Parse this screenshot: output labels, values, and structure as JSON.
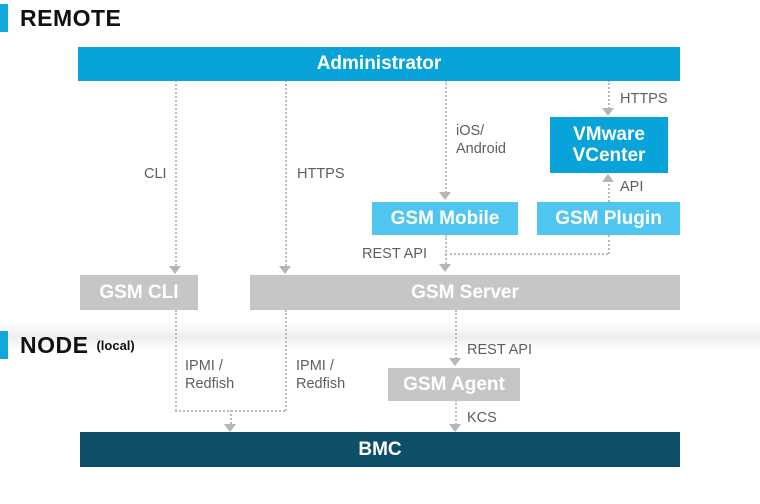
{
  "diagram": {
    "sections": [
      {
        "title": "REMOTE",
        "subtitle": ""
      },
      {
        "title": "NODE",
        "subtitle": "(local)"
      }
    ],
    "nodes": [
      {
        "id": "administrator",
        "label": "Administrator",
        "style": "blue"
      },
      {
        "id": "vmware-vcenter",
        "label": "VMware\nVCenter",
        "style": "blue"
      },
      {
        "id": "gsm-mobile",
        "label": "GSM Mobile",
        "style": "lightblue"
      },
      {
        "id": "gsm-plugin",
        "label": "GSM Plugin",
        "style": "lightblue"
      },
      {
        "id": "gsm-cli",
        "label": "GSM CLI",
        "style": "grey"
      },
      {
        "id": "gsm-server",
        "label": "GSM Server",
        "style": "grey"
      },
      {
        "id": "gsm-agent",
        "label": "GSM Agent",
        "style": "grey"
      },
      {
        "id": "bmc",
        "label": "BMC",
        "style": "darkblue"
      }
    ],
    "edges": [
      {
        "from": "administrator",
        "to": "gsm-cli",
        "label": "CLI"
      },
      {
        "from": "administrator",
        "to": "gsm-server",
        "label": "HTTPS"
      },
      {
        "from": "administrator",
        "to": "gsm-mobile",
        "label": "iOS/\nAndroid"
      },
      {
        "from": "administrator",
        "to": "vmware-vcenter",
        "label": "HTTPS"
      },
      {
        "from": "gsm-plugin",
        "to": "vmware-vcenter",
        "label": "API"
      },
      {
        "from": "gsm-mobile",
        "to": "gsm-server",
        "label": "REST API"
      },
      {
        "from": "gsm-plugin",
        "to": "gsm-server",
        "label": ""
      },
      {
        "from": "gsm-cli",
        "to": "bmc",
        "label": "IPMI /\nRedfish"
      },
      {
        "from": "gsm-server",
        "to": "bmc",
        "label": "IPMI /\nRedfish"
      },
      {
        "from": "gsm-server",
        "to": "gsm-agent",
        "label": "REST API"
      },
      {
        "from": "gsm-agent",
        "to": "bmc",
        "label": "KCS"
      }
    ],
    "colors": {
      "accent": "#12a7dd",
      "primary_blue": "#07a3d9",
      "light_blue": "#4fc6f0",
      "grey": "#c6c6c6",
      "dark_blue": "#0d4f66",
      "connector": "#bdbdbd",
      "label_text": "#5b5f63"
    }
  }
}
